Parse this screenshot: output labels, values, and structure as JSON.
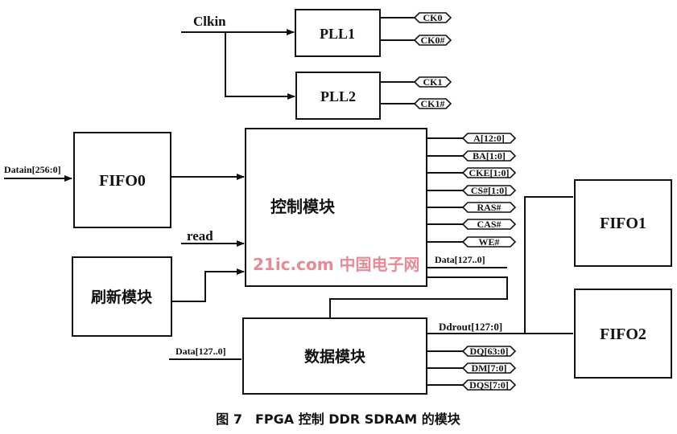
{
  "clock": {
    "input": "Clkin",
    "pll1": "PLL1",
    "pll2": "PLL2",
    "pll1_outputs": [
      "CK0",
      "CK0#"
    ],
    "pll2_outputs": [
      "CK1",
      "CK1#"
    ]
  },
  "inputs": {
    "datain": "Datain[256:0]",
    "read": "read",
    "data_in": "Data[127..0]"
  },
  "blocks": {
    "fifo0": "FIFO0",
    "control": "控制模块",
    "refresh": "刷新模块",
    "data": "数据模块",
    "fifo1": "FIFO1",
    "fifo2": "FIFO2"
  },
  "control_outputs": [
    "A[12:0]",
    "BA[1:0]",
    "CKE[1:0]",
    "CS#[1:0]",
    "RAS#",
    "CAS#",
    "WE#"
  ],
  "control_data_bus": "Data[127..0]",
  "data_outputs": [
    "DQ[63:0]",
    "DM[7:0]",
    "DQS[7:0]"
  ],
  "ddrout_bus": "Ddrout[127:0]",
  "watermark": "21ic.com 中国电子网",
  "caption": "图 7　FPGA 控制 DDR SDRAM 的模块"
}
